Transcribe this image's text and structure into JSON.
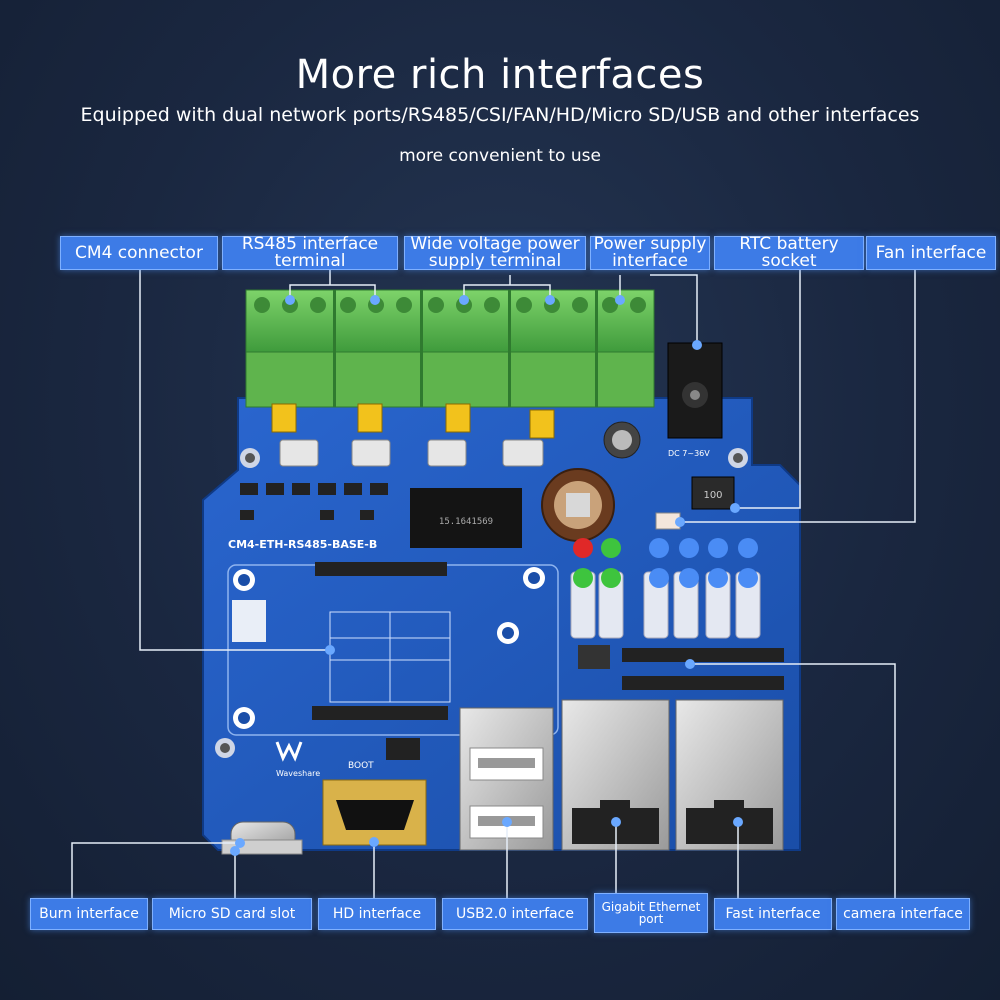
{
  "header": {
    "title": "More rich interfaces",
    "subtitle": "Equipped with dual network ports/RS485/CSI/FAN/HD/Micro SD/USB and other interfaces",
    "subtitle2": "more convenient to use"
  },
  "board": {
    "model_label": "CM4-ETH-RS485-BASE-B",
    "brand": "Waveshare",
    "boot_label": "BOOT",
    "dc_label": "DC 7~36V",
    "inductor_label": "100",
    "chip_label": "15.1641569"
  },
  "labels_top": {
    "cm4": "CM4 connector",
    "rs485": "RS485 interface terminal",
    "wide_voltage": "Wide voltage power supply terminal",
    "power": "Power supply interface",
    "rtc": "RTC battery socket",
    "fan": "Fan interface"
  },
  "labels_bottom": {
    "burn": "Burn interface",
    "microsd": "Micro SD card slot",
    "hd": "HD interface",
    "usb": "USB2.0 interface",
    "gigabit": "Gigabit Ethernet port",
    "fast": "Fast interface",
    "camera": "camera interface"
  },
  "colors": {
    "accent": "#3d7be6",
    "board": "#1f55b8",
    "terminal": "#6cc05a",
    "background": "#1a2740"
  }
}
